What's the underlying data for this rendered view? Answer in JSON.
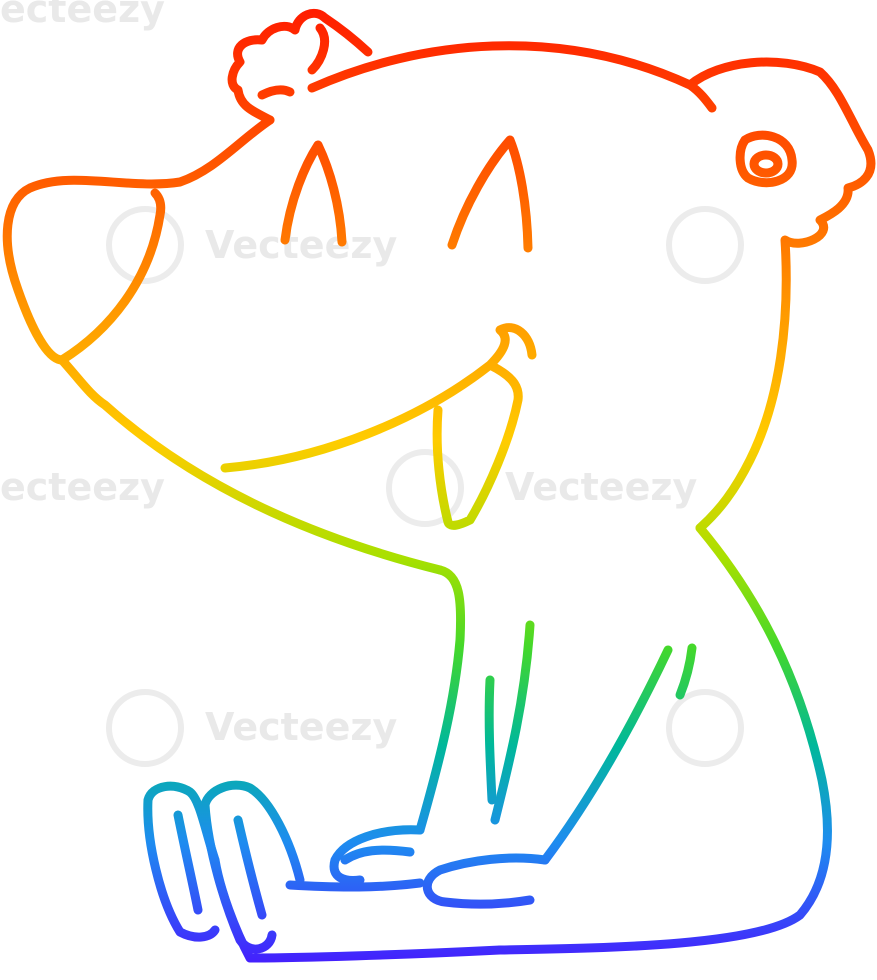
{
  "illustration": {
    "subject": "bear-sitting-smiling",
    "style": "rainbow-gradient-line-art",
    "gradient_colors": [
      "#ff1a00",
      "#ff8c00",
      "#ffd000",
      "#7ed321",
      "#00b4a0",
      "#1e6fff",
      "#4b00ff"
    ]
  },
  "watermarks": {
    "text": "Vecteezy",
    "partial_left": "ecteezy"
  }
}
